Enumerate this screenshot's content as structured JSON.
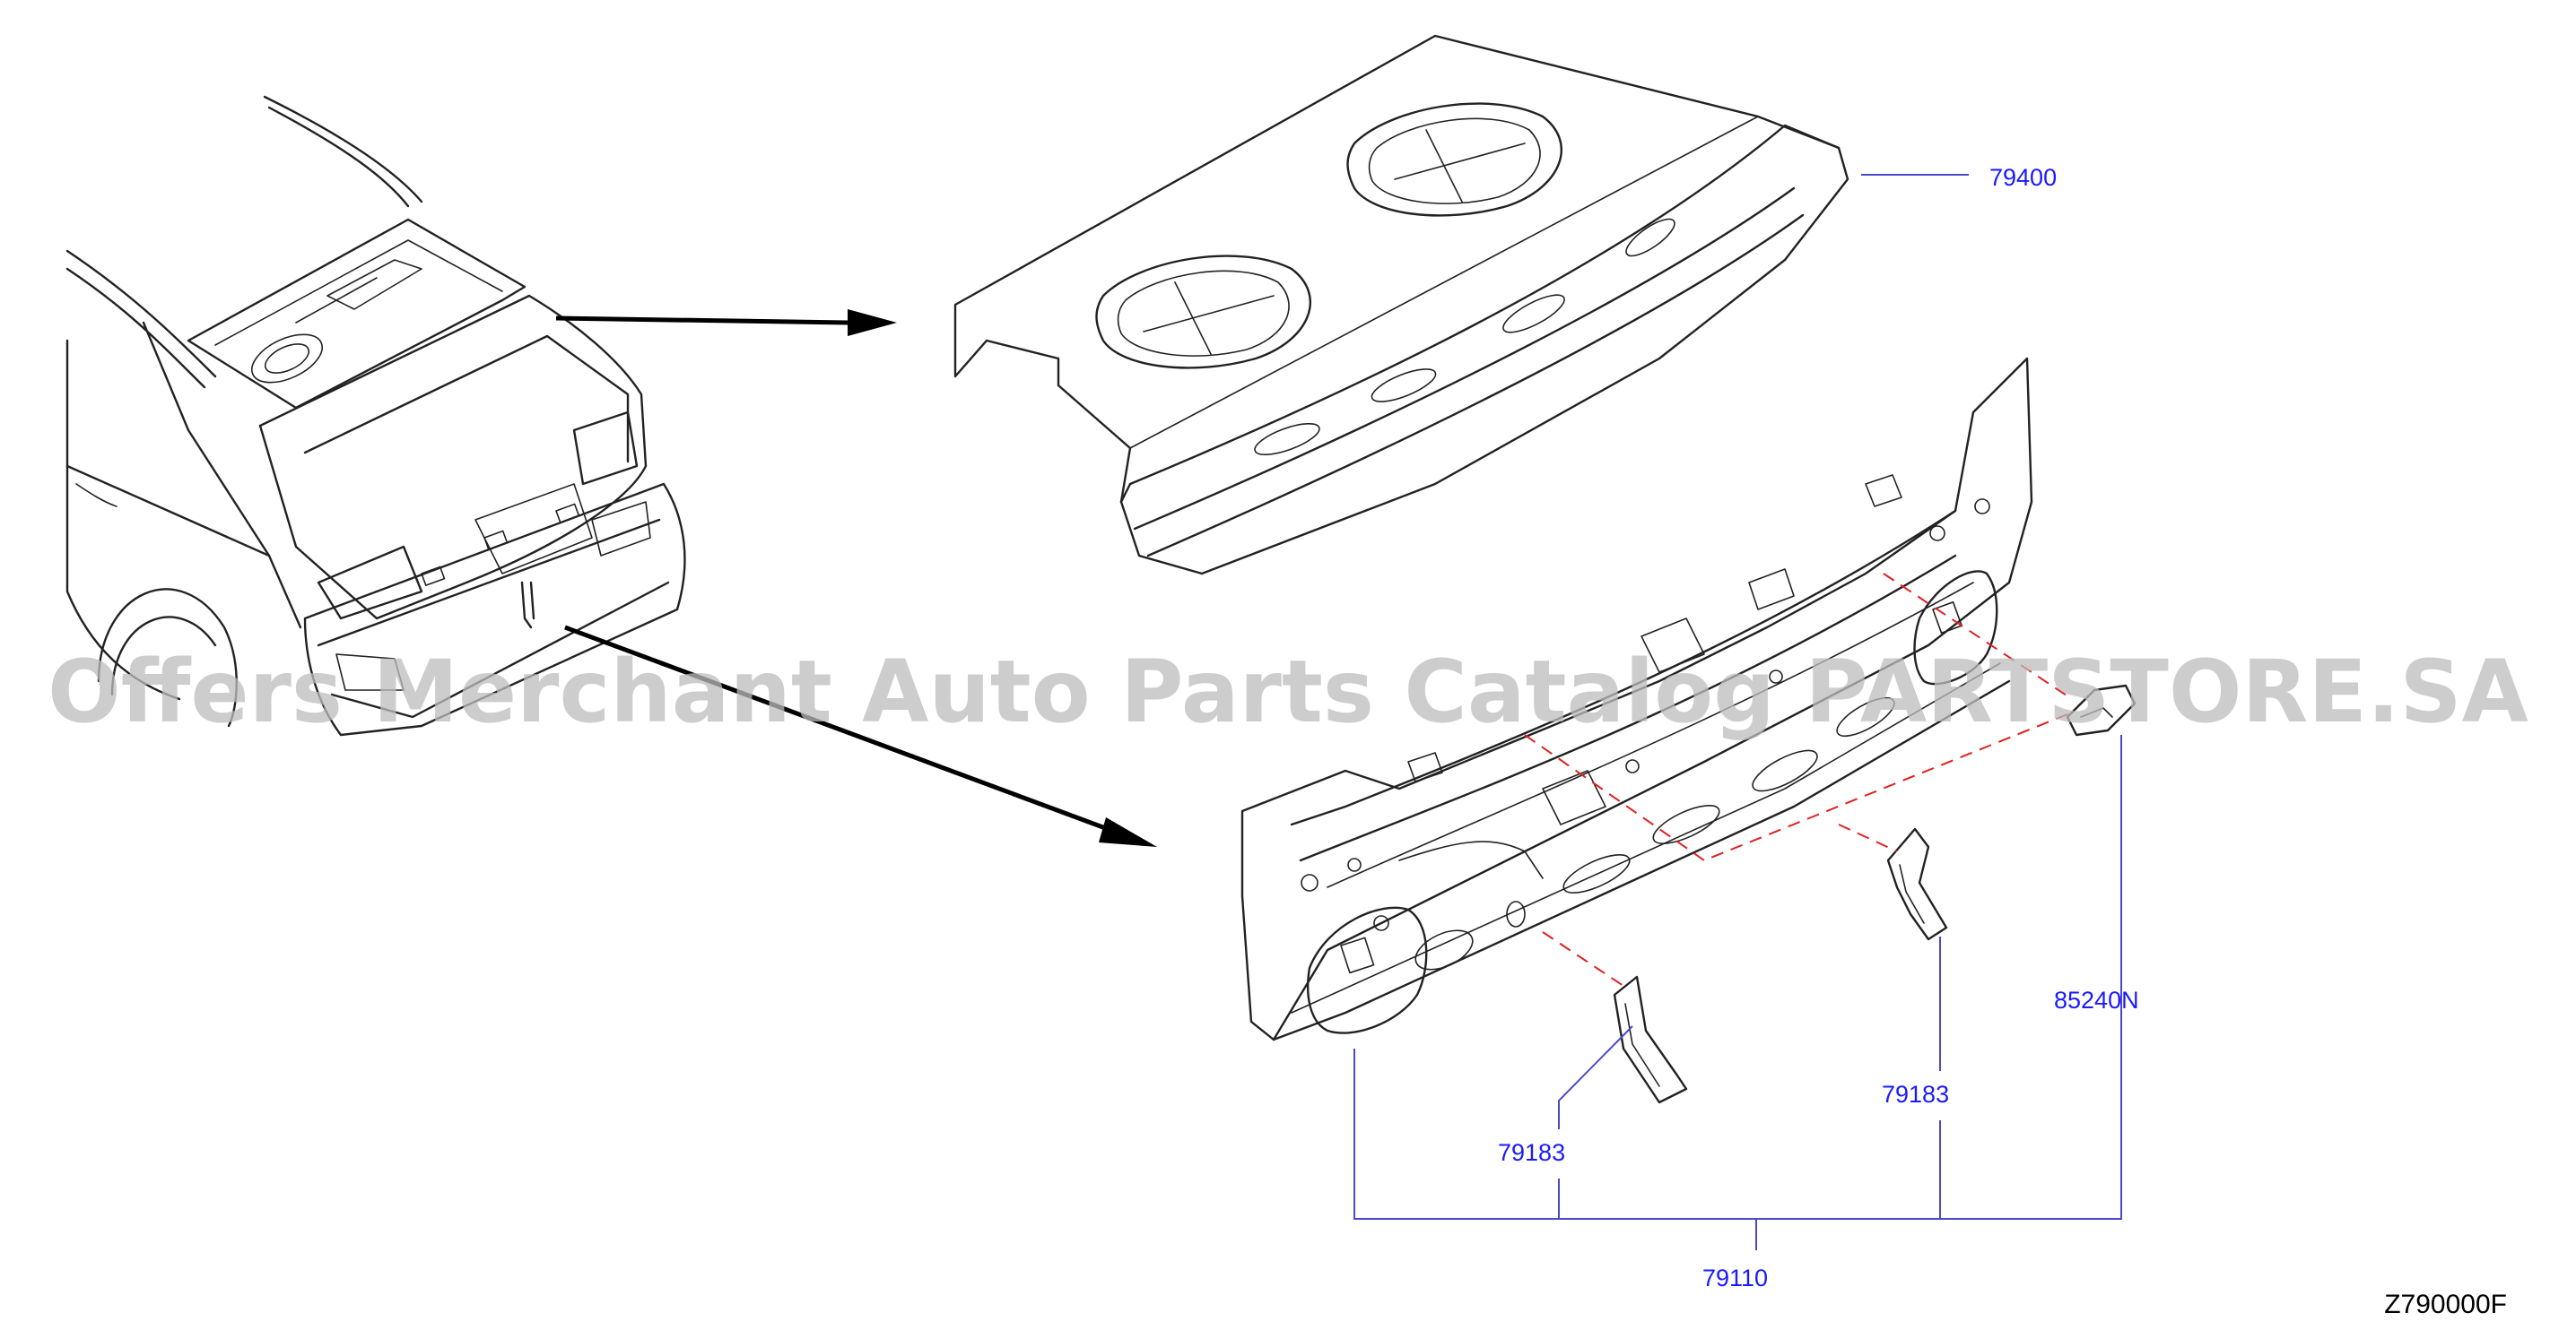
{
  "diagram_code": "Z790000F",
  "watermark": "Offers Merchant Auto Parts Catalog PARTSTORE.SA",
  "parts": [
    {
      "id": "p-79400",
      "number": "79400"
    },
    {
      "id": "p-79110",
      "number": "79110"
    },
    {
      "id": "p-79183-left",
      "number": "79183"
    },
    {
      "id": "p-79183-right",
      "number": "79183"
    },
    {
      "id": "p-85240N",
      "number": "85240N"
    }
  ]
}
